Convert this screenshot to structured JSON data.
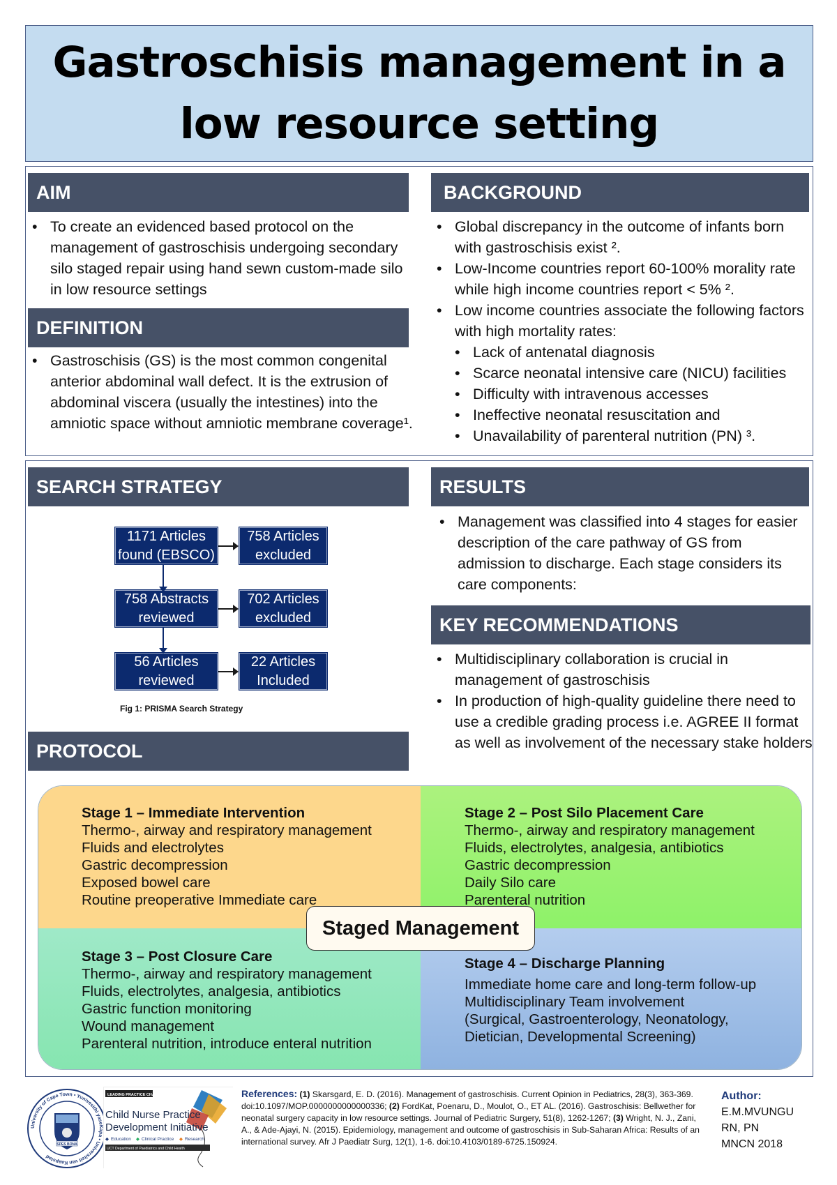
{
  "title": {
    "line1": "Gastroschisis management in a",
    "line2": "low resource setting"
  },
  "aim": {
    "heading": "AIM",
    "bullets": [
      "To create an evidenced based protocol on the management of gastroschisis undergoing secondary silo staged repair using hand sewn custom-made silo in low resource settings"
    ]
  },
  "definition": {
    "heading": "DEFINITION",
    "bullets": [
      "Gastroschisis (GS) is the most common congenital anterior abdominal wall defect. It is the extrusion of abdominal viscera (usually the intestines) into the amniotic space without amniotic membrane coverage¹."
    ]
  },
  "background": {
    "heading": "BACKGROUND",
    "bullets": [
      "Global discrepancy in the outcome of infants born with gastroschisis exist ².",
      "Low-Income countries report 60-100% morality rate while high income countries report < 5% ².",
      "Low income countries associate the following factors with high mortality rates:"
    ],
    "sub_bullets": [
      "Lack of antenatal diagnosis",
      "Scarce neonatal intensive care (NICU) facilities",
      "Difficulty with intravenous accesses",
      "Ineffective neonatal resuscitation and",
      "Unavailability of parenteral nutrition (PN) ³."
    ]
  },
  "search_strategy": {
    "heading": "SEARCH STRATEGY",
    "boxes": {
      "found_line1": "1171 Articles",
      "found_line2": "found (EBSCO)",
      "excl1_line1": "758 Articles",
      "excl1_line2": "excluded",
      "abs_line1": "758 Abstracts",
      "abs_line2": "reviewed",
      "excl2_line1": "702 Articles",
      "excl2_line2": "excluded",
      "rev_line1": "56 Articles",
      "rev_line2": "reviewed",
      "incl_line1": "22 Articles",
      "incl_line2": "Included"
    },
    "caption": "Fig 1: PRISMA Search Strategy"
  },
  "results": {
    "heading": "RESULTS",
    "bullets": [
      "Management was classified into 4 stages for easier description of the care pathway of GS from admission to discharge. Each stage considers its care components:"
    ]
  },
  "key_recommendations": {
    "heading": "KEY RECOMMENDATIONS",
    "bullets": [
      "Multidisciplinary collaboration is crucial in management of gastroschisis",
      "In production of high-quality guideline there need to use a credible grading process i.e. AGREE II format as well as involvement of the necessary stake holders"
    ]
  },
  "protocol": {
    "heading": "PROTOCOL",
    "center_label": "Staged Management",
    "stage1": {
      "title": "Stage 1 – Immediate Intervention",
      "items": [
        "Thermo-, airway and respiratory management",
        "Fluids and electrolytes",
        "Gastric decompression",
        "Exposed bowel care",
        "Routine preoperative Immediate care"
      ]
    },
    "stage2": {
      "title": "Stage 2 – Post Silo Placement Care",
      "items": [
        "Thermo-, airway and respiratory management",
        "Fluids, electrolytes, analgesia, antibiotics",
        "Gastric decompression",
        "Daily Silo care",
        "Parenteral nutrition"
      ]
    },
    "stage3": {
      "title": "Stage 3 – Post Closure Care",
      "items": [
        "Thermo-, airway and respiratory management",
        "Fluids, electrolytes, analgesia, antibiotics",
        "Gastric function monitoring",
        "Wound management",
        "Parenteral nutrition, introduce enteral nutrition"
      ]
    },
    "stage4": {
      "title": "Stage 4 – Discharge Planning",
      "items": [
        "Immediate home care and long-term follow-up",
        "Multidisciplinary Team involvement",
        "(Surgical, Gastroenterology, Neonatology,",
        "Dietician, Developmental Screening)"
      ]
    }
  },
  "references": {
    "label": "References:",
    "r1_num": "(1)",
    "r1": "Skarsgard, E. D. (2016). Management of gastroschisis. Current Opinion in Pediatrics, 28(3), 363-369. doi:10.1097/MOP.0000000000000336;",
    "r2_num": "(2)",
    "r2": "FordKat, Poenaru, D., Moulot, O., ET AL. (2016). Gastroschisis: Bellwether for neonatal surgery capacity in low resource settings. Journal of Pediatric Surgery, 51(8), 1262-1267;",
    "r3_num": "(3)",
    "r3": "Wright, N. J., Zani, A., & Ade-Ajayi, N. (2015). Epidemiology, management and outcome of gastroschisis in Sub-Saharan Africa: Results of an international survey. Afr J Paediatr Surg, 12(1), 1-6. doi:10.4103/0189-6725.150924."
  },
  "author": {
    "label": "Author:",
    "name": "E.M.MVUNGU",
    "credentials": "RN, PN",
    "program": "MNCN 2018"
  },
  "logos": {
    "uct_ring_text": "University of Cape Town • Yunivesithi yaseKapa • Universiteit van Kaapstad",
    "uct_motto": "SPES BONA",
    "cnp_tag": "LEADING PRACTICE CHANGE",
    "cnp_line1": "Child Nurse Practice",
    "cnp_line2": "Development Initiative",
    "cnp_pillar1": "Education",
    "cnp_pillar2": "Clinical Practice",
    "cnp_pillar3": "Research",
    "cnp_dept": "UCT Department of Paediatrics and Child Health"
  }
}
